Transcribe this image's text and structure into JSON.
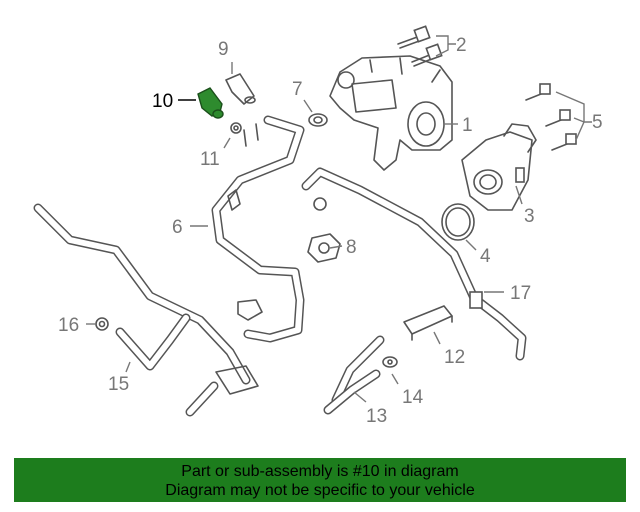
{
  "callouts": [
    "1",
    "2",
    "3",
    "4",
    "5",
    "6",
    "7",
    "8",
    "9",
    "10",
    "11",
    "12",
    "13",
    "14",
    "15",
    "16",
    "17"
  ],
  "highlighted_part": "10",
  "highlight_color": "#2e8b2e",
  "banner": {
    "line1": "Part or sub-assembly is #10 in diagram",
    "line2": "Diagram may not be specific to your vehicle",
    "color": "#1d7d1d"
  }
}
